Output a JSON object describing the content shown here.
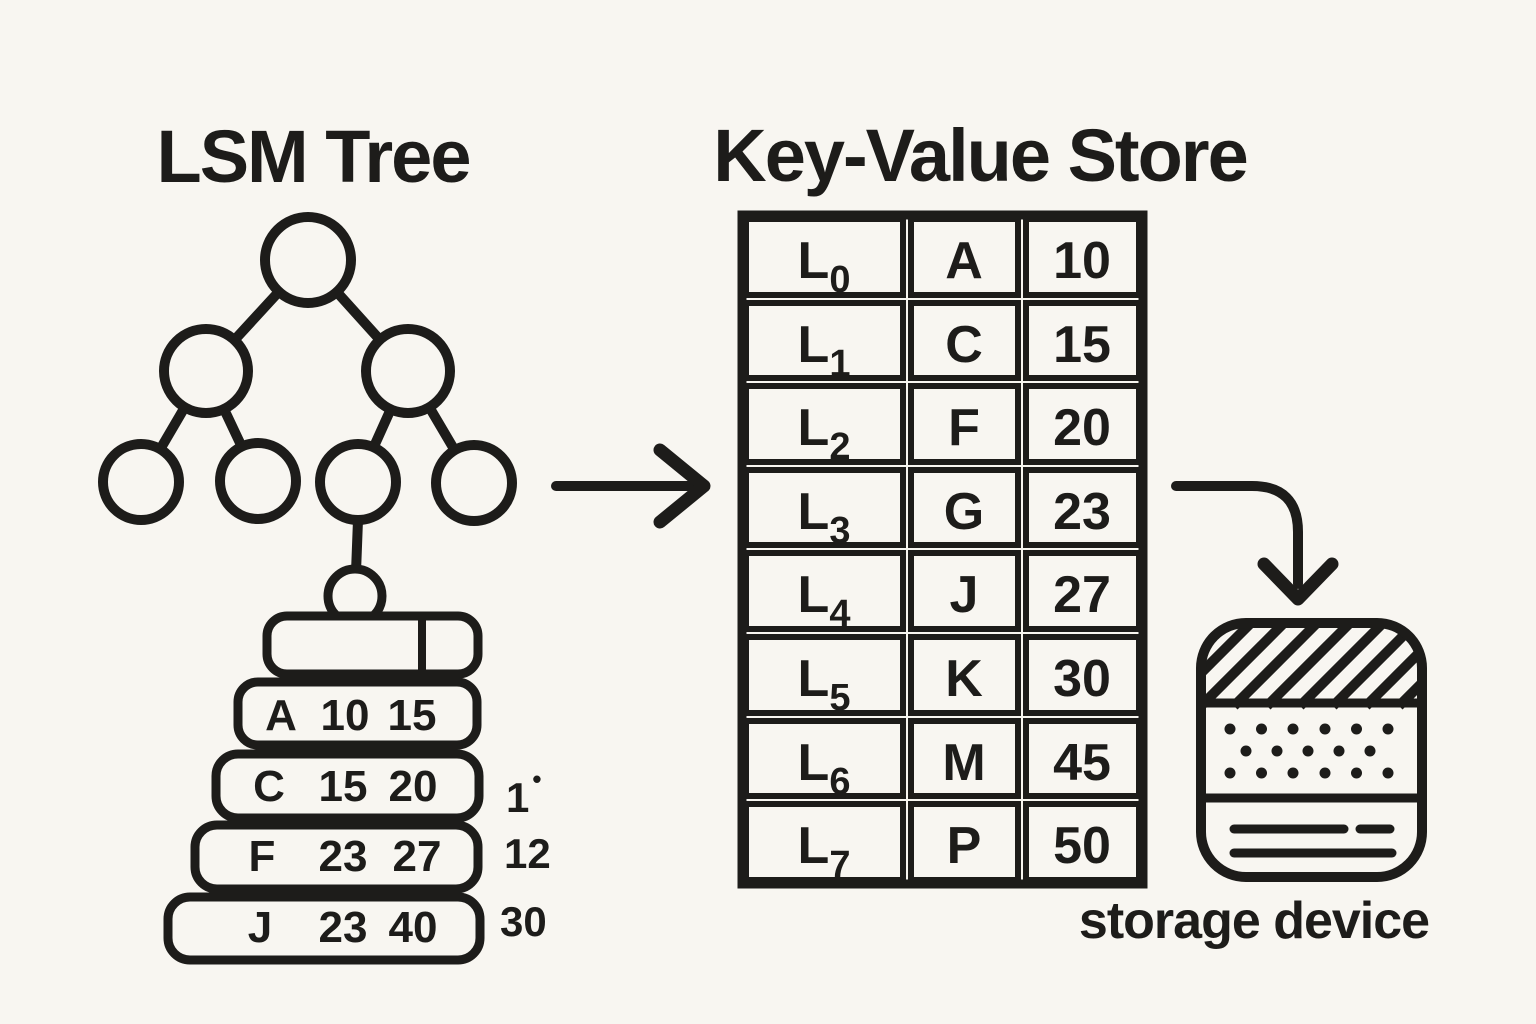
{
  "titles": {
    "lsm": "LSM Tree",
    "kv": "Key-Value Store"
  },
  "lsm": {
    "sstables": [
      {
        "key": "A",
        "low": "10",
        "high": "15"
      },
      {
        "key": "C",
        "low": "15",
        "high": "20",
        "annotation": "1",
        "annotation_dot": "•"
      },
      {
        "key": "F",
        "low": "23",
        "high": "27",
        "annotation": "12"
      },
      {
        "key": "J",
        "low": "23",
        "high": "40",
        "annotation": "30"
      }
    ]
  },
  "kv_store": {
    "rows": [
      {
        "level": "L",
        "sub": "0",
        "key": "A",
        "value": "10"
      },
      {
        "level": "L",
        "sub": "1",
        "key": "C",
        "value": "15"
      },
      {
        "level": "L",
        "sub": "2",
        "key": "F",
        "value": "20"
      },
      {
        "level": "L",
        "sub": "3",
        "key": "G",
        "value": "23"
      },
      {
        "level": "L",
        "sub": "4",
        "key": "J",
        "value": "27"
      },
      {
        "level": "L",
        "sub": "5",
        "key": "K",
        "value": "30"
      },
      {
        "level": "L",
        "sub": "6",
        "key": "M",
        "value": "45"
      },
      {
        "level": "L",
        "sub": "7",
        "key": "P",
        "value": "50"
      }
    ]
  },
  "storage": {
    "label": "storage device"
  },
  "icons": [
    "binary-tree-icon",
    "memtable-stack-icon",
    "right-arrow-icon",
    "curved-down-arrow-icon",
    "storage-device-icon"
  ],
  "colors": {
    "background": "#f8f6f1",
    "ink": "#1d1c1a"
  }
}
